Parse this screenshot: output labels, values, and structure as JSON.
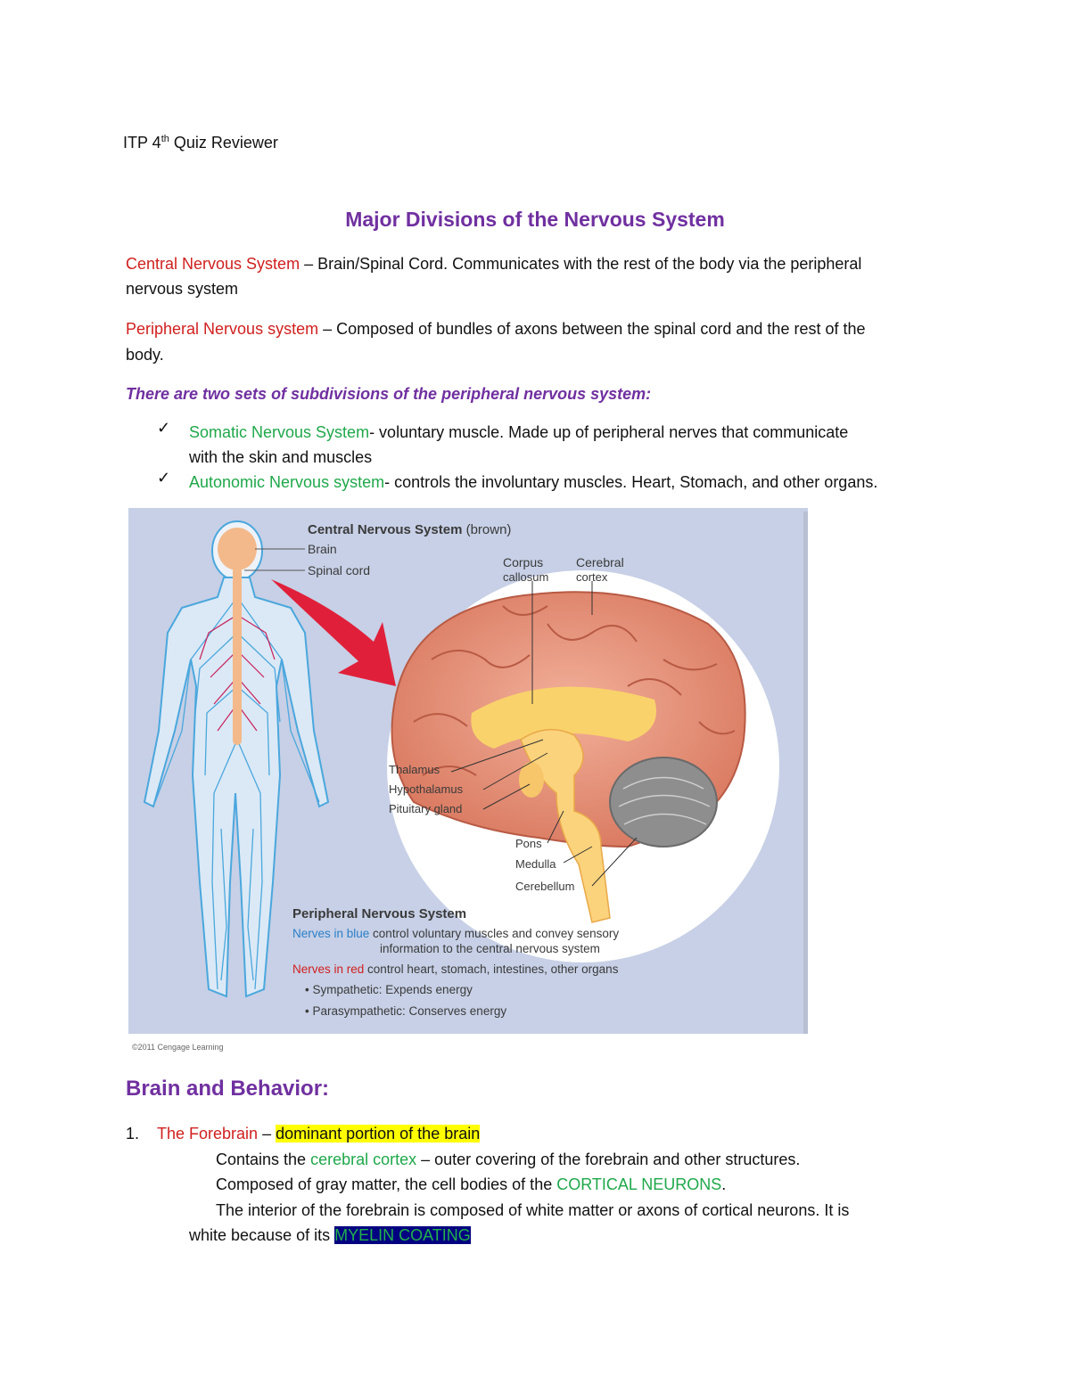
{
  "header": {
    "prefix": "ITP 4",
    "sup": "th",
    "suffix": " Quiz Reviewer"
  },
  "section1": {
    "title": "Major Divisions of the Nervous System",
    "cns": {
      "term": "Central Nervous System",
      "line1": " – Brain/Spinal Cord. Communicates with the rest of the body via the peripheral",
      "line2": "nervous system"
    },
    "pns": {
      "term": "Peripheral Nervous system",
      "line1": " – Composed of bundles of axons between the spinal cord and the rest of the",
      "line2": "body."
    },
    "subheading": "There are two sets of subdivisions of the peripheral nervous system:",
    "bullets": [
      {
        "term": "Somatic Nervous System",
        "text1": "- voluntary muscle. Made up of peripheral nerves that communicate",
        "text2": "with the skin and muscles"
      },
      {
        "term": "Autonomic Nervous system",
        "text1": "- controls the involuntary muscles. Heart, Stomach, and other organs."
      }
    ]
  },
  "figure": {
    "cns_title": "Central Nervous System",
    "cns_color_note": "(brown)",
    "brain": "Brain",
    "spinal_cord": "Spinal cord",
    "corpus1": "Corpus",
    "corpus2": "callosum",
    "cerebral1": "Cerebral",
    "cerebral2": "cortex",
    "thalamus": "Thalamus",
    "hypothalamus": "Hypothalamus",
    "pituitary": "Pituitary gland",
    "pons": "Pons",
    "medulla": "Medulla",
    "cerebellum": "Cerebellum",
    "pns_title": "Peripheral Nervous System",
    "blue_term": "Nerves in blue",
    "blue_text1": " control voluntary muscles and convey sensory",
    "blue_text2": "information to the central nervous system",
    "red_term": "Nerves in red",
    "red_text": " control heart, stomach, intestines, other organs",
    "symp": "• Sympathetic: Expends energy",
    "parasymp": "• Parasympathetic: Conserves energy",
    "credit": "©2011 Cengage Learning",
    "colors": {
      "background": "#c7d0e6",
      "brain": "#e4917a",
      "cns": "#f3b98a",
      "blue_nerves": "#4aa7dd",
      "red_nerves": "#c8205a",
      "arrow": "#e0203a"
    }
  },
  "section2": {
    "title": "Brain and Behavior:",
    "item_number": "1.",
    "forebrain_term": "The Forebrain",
    "forebrain_dash": " – ",
    "forebrain_highlight": "dominant portion of the brain",
    "l1_pre": "Contains the ",
    "l1_term": "cerebral cortex",
    "l1_post": " – outer covering of the forebrain and other structures.",
    "l2_pre": "Composed of gray matter, the cell bodies of the ",
    "l2_term": "CORTICAL NEURONS",
    "l2_post": ".",
    "l3": "The interior of the forebrain is composed of white matter or axons of cortical neurons. It is",
    "l4_pre": "white because of its ",
    "l4_highlight": "MYELIN COATING"
  }
}
